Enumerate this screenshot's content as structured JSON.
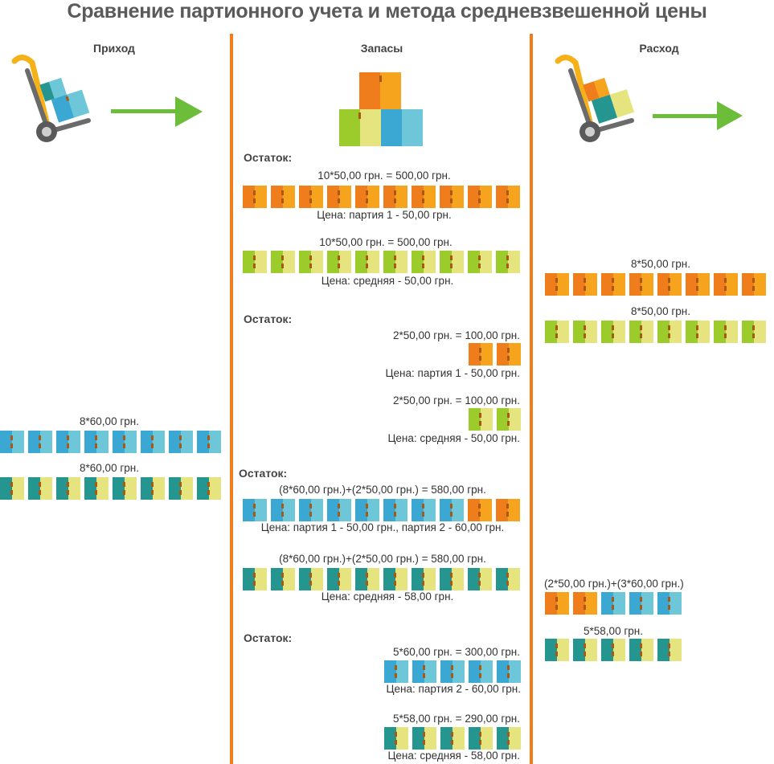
{
  "title": "Сравнение партионного учета и метода средневзвешенной цены",
  "columns": {
    "left": "Приход",
    "middle": "Запасы",
    "right": "Расход"
  },
  "colors": {
    "orange": [
      "#f07d1b",
      "#f6a31e"
    ],
    "green": [
      "#9ccb2c",
      "#e6e47e"
    ],
    "blue": [
      "#3aa8d2",
      "#6ec7d8"
    ],
    "teal": [
      "#25958f",
      "#e6e47e"
    ],
    "divider": "#f07d1b",
    "arrow": "#6cbe3a"
  },
  "icons": {
    "left_cart": "hand-truck-icon",
    "right_cart": "hand-truck-icon",
    "stock_boxes": "boxes-stack-icon",
    "arrow": "arrow-right-icon"
  },
  "stock": {
    "s1": {
      "heading": "Остаток:",
      "batch_formula": "10*50,00 грн. = 500,00 грн.",
      "batch_price": "Цена: партия 1 - 50,00 грн.",
      "avg_formula": "10*50,00 грн. = 500,00 грн.",
      "avg_price": "Цена: средняя - 50,00 грн."
    },
    "s2": {
      "heading": "Остаток:",
      "batch_formula": "2*50,00 грн. = 100,00 грн.",
      "batch_price": "Цена: партия 1 - 50,00 грн.",
      "avg_formula": "2*50,00 грн. = 100,00 грн.",
      "avg_price": "Цена: средняя - 50,00 грн."
    },
    "s3": {
      "heading": "Остаток:",
      "batch_formula": "(8*60,00 грн.)+(2*50,00 грн.) = 580,00 грн.",
      "batch_price": "Цена: партия 1 - 50,00 грн., партия 2 - 60,00 грн.",
      "avg_formula": "(8*60,00 грн.)+(2*50,00 грн.) = 580,00 грн.",
      "avg_price": "Цена: средняя - 58,00 грн."
    },
    "s4": {
      "heading": "Остаток:",
      "batch_formula": "5*60,00 грн. = 300,00 грн.",
      "batch_price": "Цена: партия 2 - 60,00 грн.",
      "avg_formula": "5*58,00 грн. = 290,00 грн.",
      "avg_price": "Цена: средняя - 58,00 грн."
    }
  },
  "incoming": {
    "batch_label": "8*60,00 грн.",
    "avg_label": "8*60,00 грн."
  },
  "outgoing": {
    "o1_batch": "8*50,00 грн.",
    "o1_avg": "8*50,00 грн.",
    "o2_batch": "(2*50,00 грн.)+(3*60,00 грн.)",
    "o2_avg": "5*58,00 грн."
  }
}
